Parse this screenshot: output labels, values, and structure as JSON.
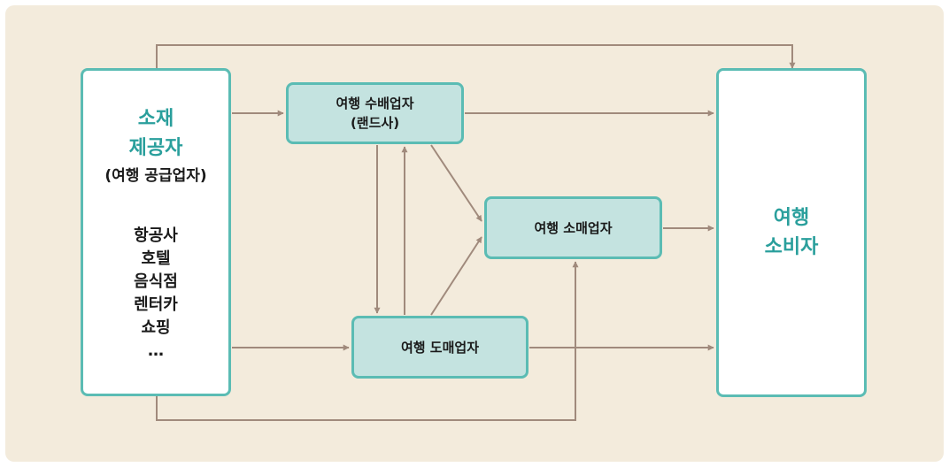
{
  "colors": {
    "background": "#f3ebdc",
    "box_border": "#5bbcb4",
    "accent_text": "#2a9f9c",
    "arrow": "#a08a7c",
    "box_fill_teal": "#c4e3e0"
  },
  "supplier": {
    "title_line1": "소재",
    "title_line2": "제공자",
    "subtitle": "(여행 공급업자)",
    "items": [
      "항공사",
      "호텔",
      "음식점",
      "렌터카",
      "쇼핑",
      "…"
    ]
  },
  "land_operator": {
    "line1": "여행 수배업자",
    "line2": "(랜드사)"
  },
  "retailer": {
    "label": "여행 소매업자"
  },
  "wholesaler": {
    "label": "여행 도매업자"
  },
  "consumer": {
    "line1": "여행",
    "line2": "소비자"
  }
}
